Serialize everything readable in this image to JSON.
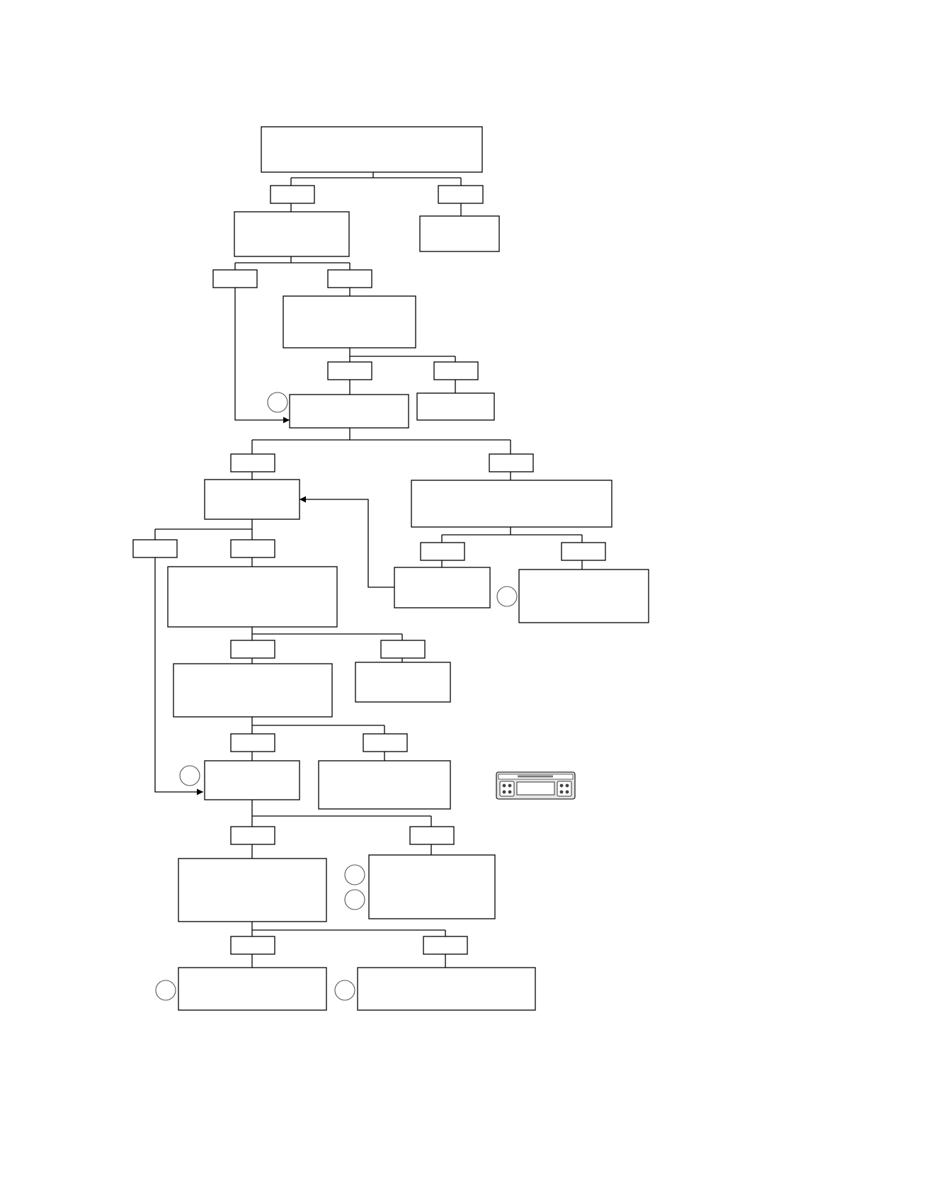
{
  "diagram": {
    "type": "flowchart",
    "boxes": [
      {
        "id": "b1",
        "text": ""
      },
      {
        "id": "b2",
        "text": ""
      },
      {
        "id": "b3",
        "text": ""
      },
      {
        "id": "b4",
        "text": ""
      },
      {
        "id": "b5",
        "text": ""
      },
      {
        "id": "b6",
        "text": ""
      },
      {
        "id": "b7",
        "text": ""
      },
      {
        "id": "b8",
        "text": ""
      },
      {
        "id": "b9",
        "text": ""
      },
      {
        "id": "b10",
        "text": ""
      },
      {
        "id": "b11",
        "text": ""
      },
      {
        "id": "b12",
        "text": ""
      },
      {
        "id": "b13",
        "text": ""
      },
      {
        "id": "b14",
        "text": ""
      },
      {
        "id": "b15",
        "text": ""
      },
      {
        "id": "b16",
        "text": ""
      },
      {
        "id": "b17",
        "text": ""
      },
      {
        "id": "b18",
        "text": ""
      },
      {
        "id": "b19",
        "text": ""
      },
      {
        "id": "b20",
        "text": ""
      }
    ],
    "branch_labels": [
      {
        "id": "t1",
        "text": ""
      },
      {
        "id": "t2",
        "text": ""
      },
      {
        "id": "t3",
        "text": ""
      },
      {
        "id": "t4",
        "text": ""
      },
      {
        "id": "t5",
        "text": ""
      },
      {
        "id": "t6",
        "text": ""
      },
      {
        "id": "t7",
        "text": ""
      },
      {
        "id": "t8",
        "text": ""
      },
      {
        "id": "t9",
        "text": ""
      },
      {
        "id": "t10",
        "text": ""
      },
      {
        "id": "t11",
        "text": ""
      },
      {
        "id": "t12",
        "text": ""
      },
      {
        "id": "t13",
        "text": ""
      },
      {
        "id": "t14",
        "text": ""
      },
      {
        "id": "t15",
        "text": ""
      },
      {
        "id": "t16",
        "text": ""
      },
      {
        "id": "t17",
        "text": ""
      },
      {
        "id": "t18",
        "text": ""
      },
      {
        "id": "t19",
        "text": ""
      }
    ],
    "markers": [
      {
        "id": "m1",
        "text": ""
      },
      {
        "id": "m2",
        "text": ""
      },
      {
        "id": "m3",
        "text": ""
      },
      {
        "id": "m4",
        "text": ""
      },
      {
        "id": "m5",
        "text": ""
      },
      {
        "id": "m6",
        "text": ""
      },
      {
        "id": "m7",
        "text": ""
      }
    ],
    "device_image": {
      "icon": "car-radio-icon"
    }
  }
}
